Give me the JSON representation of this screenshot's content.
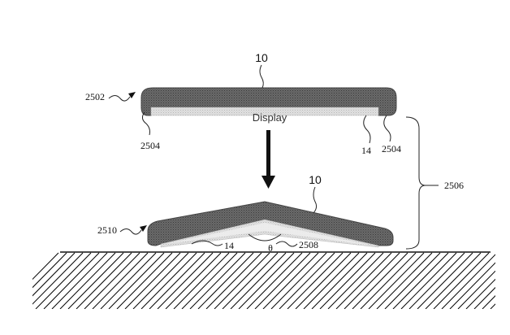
{
  "diagram": {
    "top_device": {
      "ref_top": "10",
      "ref_assembly": "2502",
      "ref_edge_left": "2504",
      "ref_edge_right": "2504",
      "ref_display_layer": "14",
      "display_text": "Display"
    },
    "bottom_device": {
      "ref_top": "10",
      "ref_assembly": "2510",
      "ref_display_layer": "14",
      "ref_angle_label": "2508",
      "angle_symbol": "θ"
    },
    "distance_ref": "2506",
    "arrow_icon": "down-arrow-icon",
    "colors": {
      "housing": "#5a5a5a",
      "display_layer": "#d6d6d6",
      "ground_hatch": "#000000"
    }
  }
}
